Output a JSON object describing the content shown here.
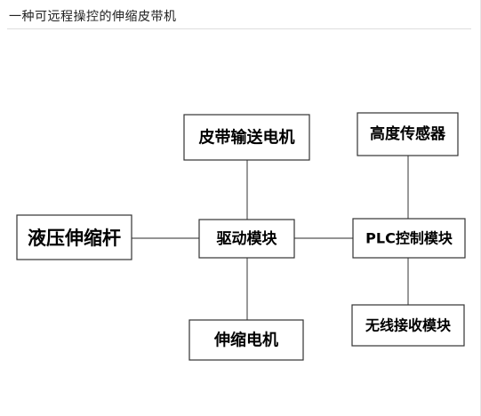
{
  "title": "一种可远程操控的伸缩皮带机",
  "diagram": {
    "boxes": {
      "belt_motor": "皮带输送电机",
      "height_sensor": "高度传感器",
      "hydraulic_rod": "液压伸缩杆",
      "drive_module": "驱动模块",
      "plc_module": "PLC控制模块",
      "telescopic_motor": "伸缩电机",
      "wireless_module": "无线接收模块"
    }
  }
}
